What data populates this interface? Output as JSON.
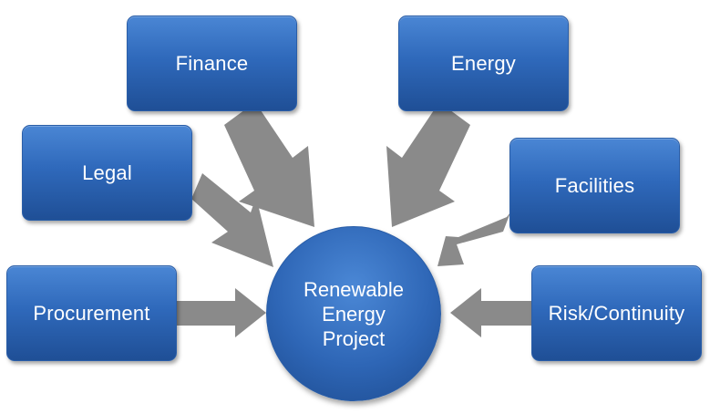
{
  "diagram": {
    "center": {
      "label": "Renewable\nEnergy\nProject"
    },
    "inputs": [
      {
        "label": "Finance"
      },
      {
        "label": "Energy"
      },
      {
        "label": "Legal"
      },
      {
        "label": "Facilities"
      },
      {
        "label": "Procurement"
      },
      {
        "label": "Risk/Continuity"
      }
    ],
    "colors": {
      "box_fill": "#2f69bb",
      "box_border": "#2a5ea8",
      "arrow": "#8a8a8a",
      "text": "#ffffff"
    }
  }
}
